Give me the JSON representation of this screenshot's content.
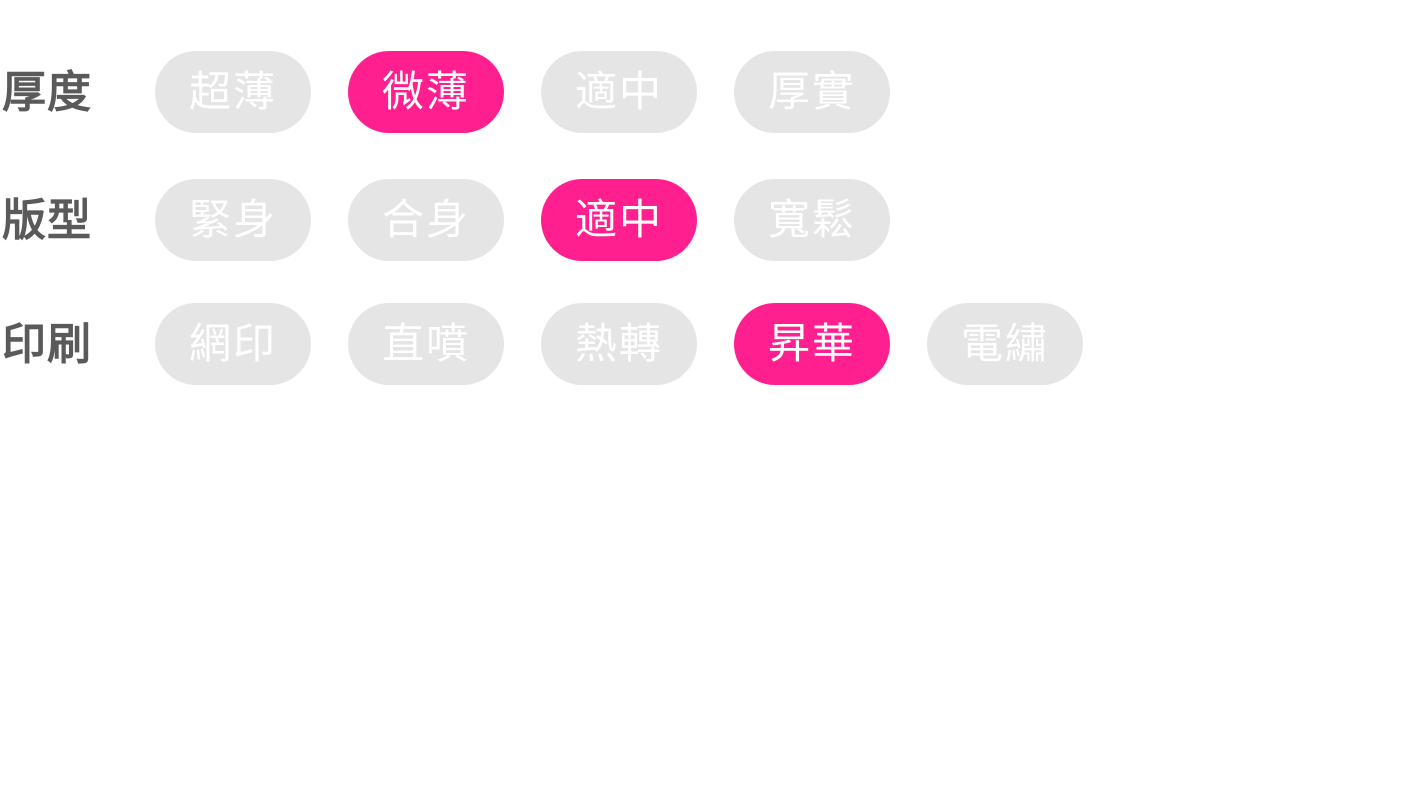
{
  "accent_color": "#ff1f8e",
  "inactive_color": "#e5e5e5",
  "label_color": "#5a5a5a",
  "groups": [
    {
      "label": "厚度",
      "options": [
        "超薄",
        "微薄",
        "適中",
        "厚實"
      ],
      "selected": "微薄"
    },
    {
      "label": "版型",
      "options": [
        "緊身",
        "合身",
        "適中",
        "寬鬆"
      ],
      "selected": "適中"
    },
    {
      "label": "印刷",
      "options": [
        "網印",
        "直噴",
        "熱轉",
        "昇華",
        "電繡"
      ],
      "selected": "昇華"
    }
  ]
}
